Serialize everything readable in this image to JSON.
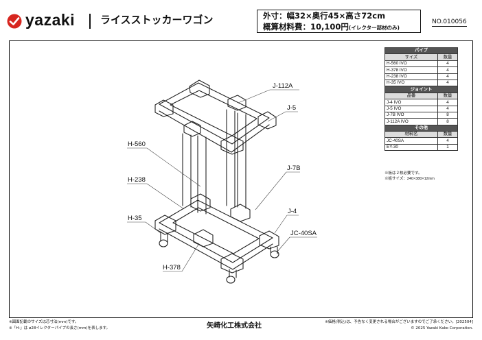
{
  "brand": {
    "name": "yazaki",
    "color": "#d7261f"
  },
  "header": {
    "title": "ライスストッカーワゴン",
    "spec_line1": "外寸：幅32×奥行45×高さ72cm",
    "spec_line2_main": "概算材料費：10,100円",
    "spec_line2_note": "(イレクター部材のみ)",
    "doc_no": "NO.010056"
  },
  "parts": {
    "pipe_section": "パイプ",
    "pipe_header": {
      "name": "サイズ",
      "qty": "数量"
    },
    "pipes": [
      {
        "name": "H-560 IVO",
        "qty": "4"
      },
      {
        "name": "H-378 IVO",
        "qty": "4"
      },
      {
        "name": "H-238 IVO",
        "qty": "4"
      },
      {
        "name": "H-35 IVO",
        "qty": "4"
      }
    ],
    "joint_section": "ジョイント",
    "joint_header": {
      "name": "品番",
      "qty": "数量"
    },
    "joints": [
      {
        "name": "J-4 IVO",
        "qty": "4"
      },
      {
        "name": "J-5 IVO",
        "qty": "4"
      },
      {
        "name": "J-7B IVO",
        "qty": "8"
      },
      {
        "name": "J-112A IVO",
        "qty": "8"
      }
    ],
    "other_section": "その他",
    "other_header": {
      "name": "材料名",
      "qty": "数量"
    },
    "others": [
      {
        "name": "JC-40SA",
        "qty": "4"
      },
      {
        "name": "EY-30",
        "qty": "1"
      }
    ]
  },
  "notes": [
    "※板は２枚必要です。",
    "※板サイズ：240×380×12mm"
  ],
  "callouts": {
    "j112a": "J-112A",
    "j5": "J-5",
    "h560": "H-560",
    "j7b": "J-7B",
    "h238": "H-238",
    "j4": "J-4",
    "h35": "H-35",
    "jc40sa": "JC-40SA",
    "h378": "H-378"
  },
  "footer": {
    "note1": "※図面記載のサイズは芯寸法(mm)です。",
    "note2": "※「H-」は ø28イレクターパイプの長さ(mm)を表します。",
    "company": "矢崎化工株式会社",
    "price_note": "※価格(税込)は、予告なく変更される場合がございますのでご了承ください。[202504]",
    "copyright": "© 2025 Yazaki Kako Corporation."
  }
}
